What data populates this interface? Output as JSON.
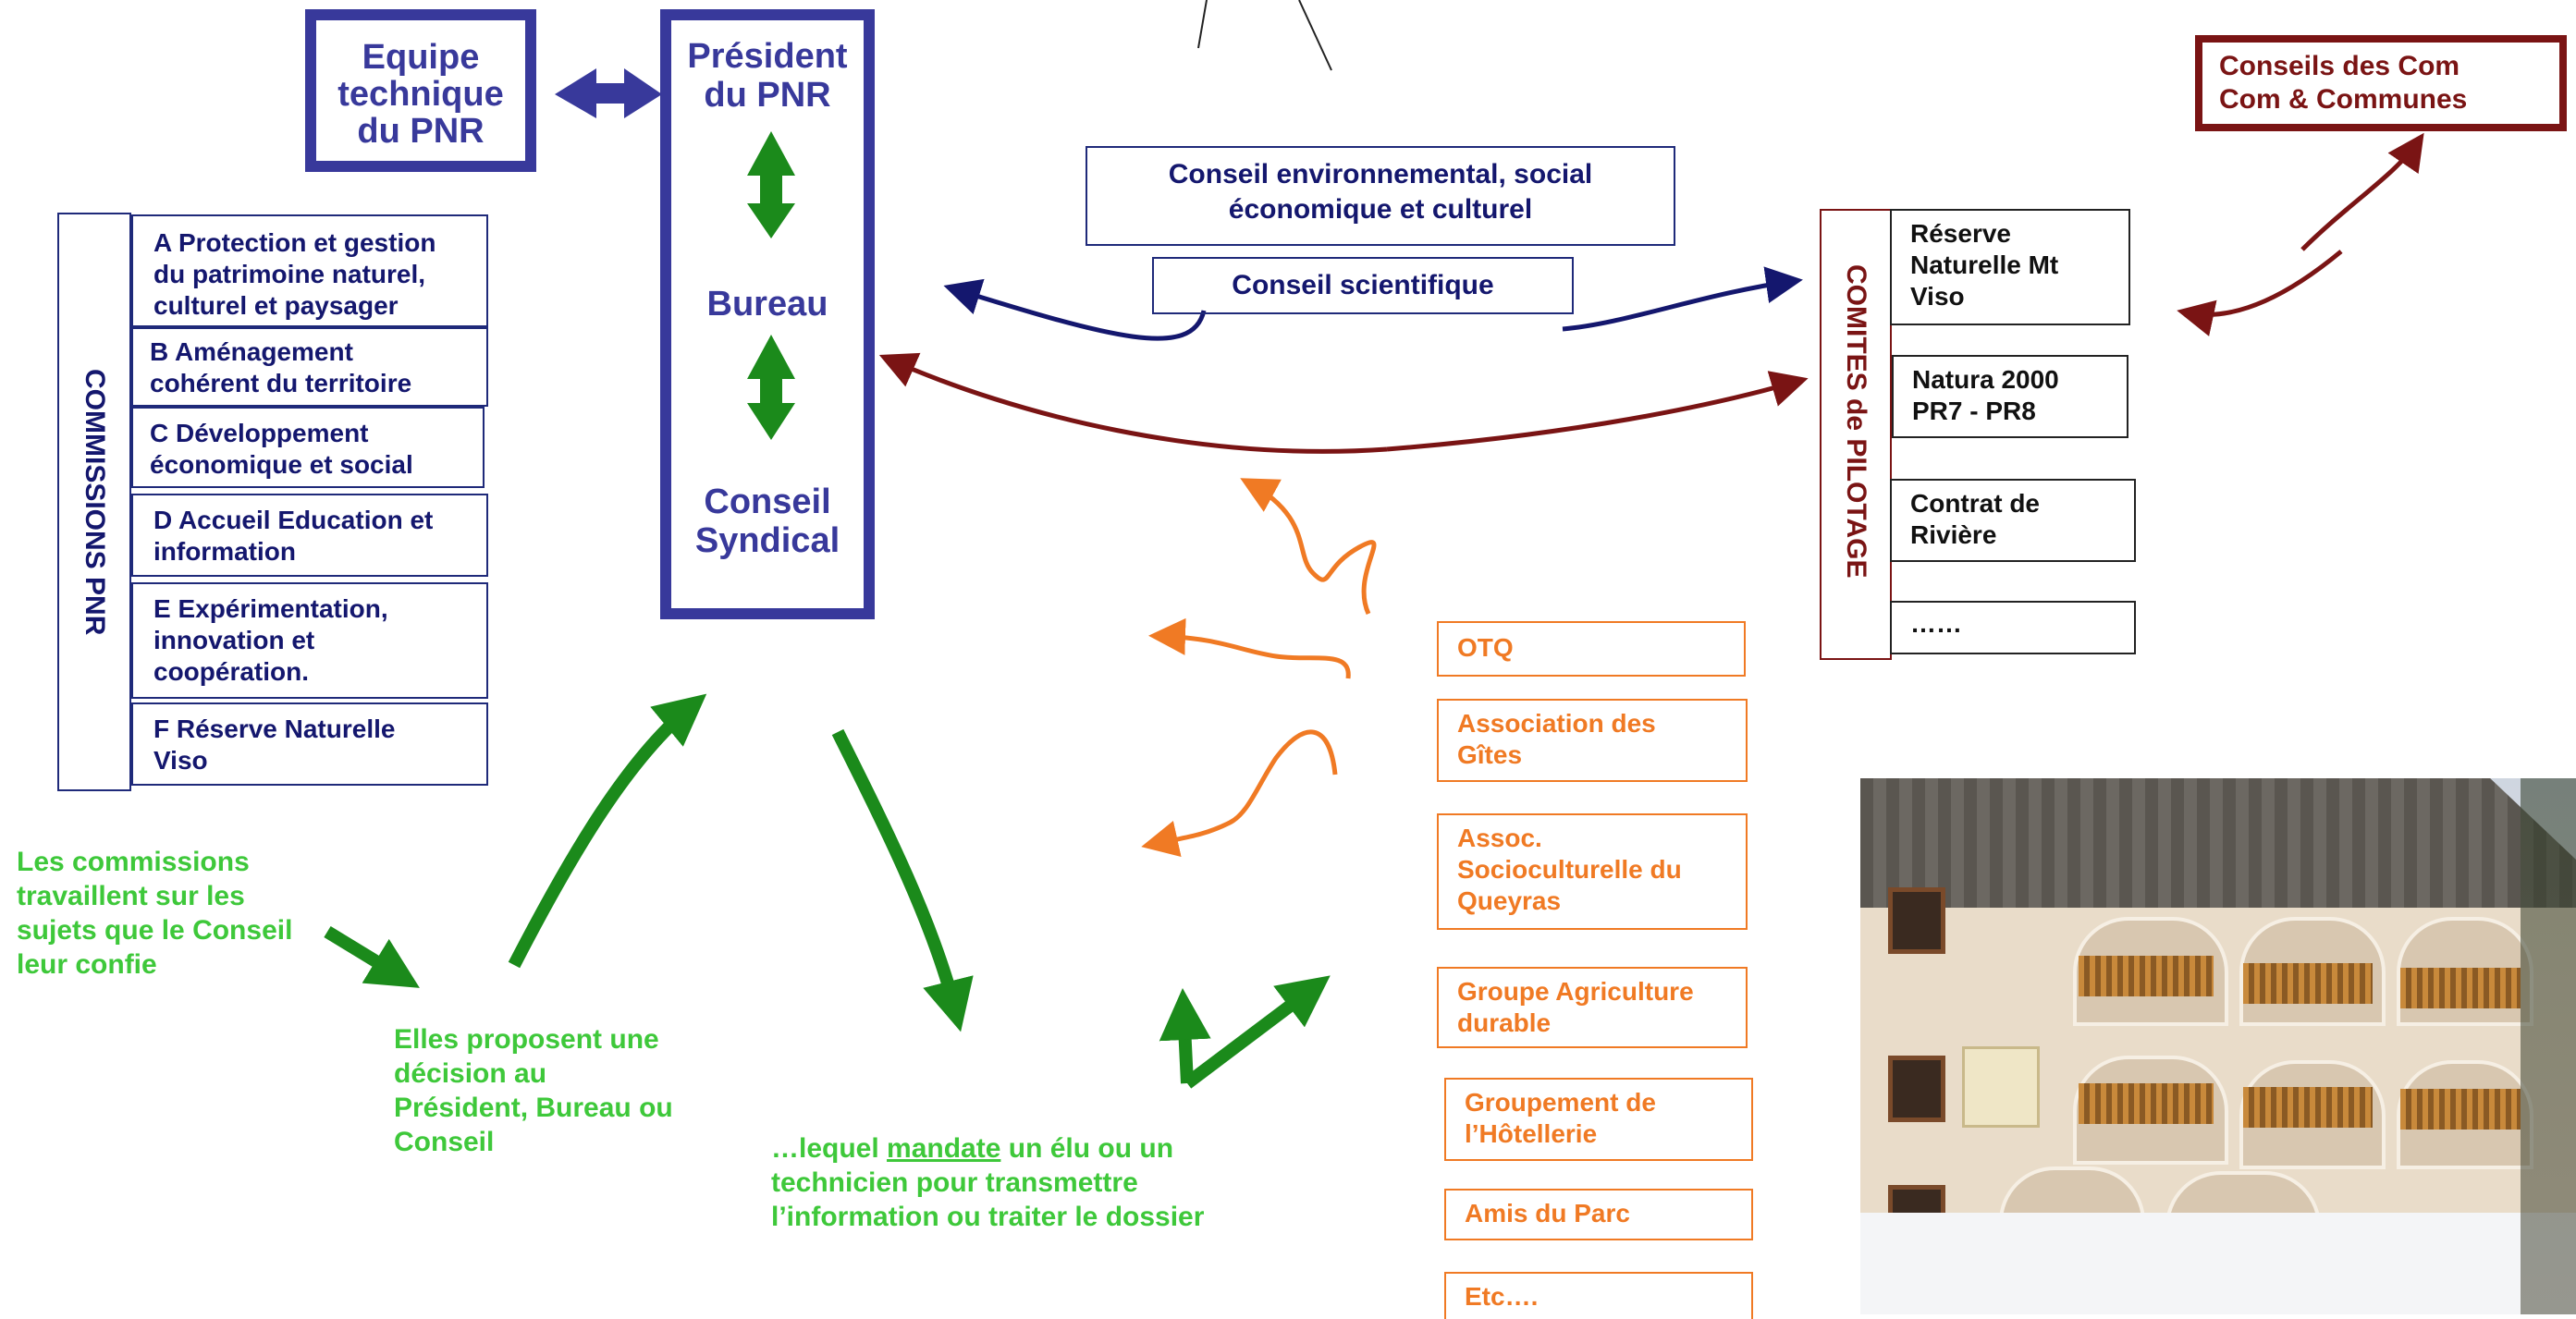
{
  "equipe_technique": [
    "Equipe",
    "technique",
    "du PNR"
  ],
  "president_column": {
    "president": [
      "Président",
      "du PNR"
    ],
    "bureau": "Bureau",
    "conseil_syndical": [
      "Conseil",
      "Syndical"
    ]
  },
  "commissions": {
    "title": "COMMISSIONS PNR",
    "items": [
      [
        "A Protection et gestion",
        "du patrimoine naturel,",
        "culturel et paysager"
      ],
      [
        "B Aménagement",
        "cohérent du territoire"
      ],
      [
        "C Développement",
        "économique et social"
      ],
      [
        "D Accueil Education et",
        "information"
      ],
      [
        "E Expérimentation,",
        "innovation et",
        "coopération."
      ],
      [
        "F Réserve Naturelle",
        "Viso"
      ]
    ]
  },
  "conseil_environnemental": [
    "Conseil environnemental, social",
    "économique et  culturel"
  ],
  "conseil_scientifique": "Conseil  scientifique",
  "comites_pilotage": {
    "title": "COMITES de PILOTAGE",
    "items": [
      [
        "Réserve",
        "Naturelle Mt",
        "Viso"
      ],
      [
        "Natura 2000",
        "PR7 - PR8"
      ],
      [
        "Contrat de",
        "Rivière"
      ],
      [
        "……"
      ]
    ]
  },
  "conseils_com": [
    "Conseils des Com",
    "Com  & Communes"
  ],
  "partners": [
    [
      "OTQ"
    ],
    [
      "Association des",
      "Gîtes"
    ],
    [
      "Assoc.",
      "Socioculturelle du",
      "Queyras"
    ],
    [
      "Groupe Agriculture",
      "durable"
    ],
    [
      "Groupement de",
      "l’Hôtellerie"
    ],
    [
      "Amis du Parc"
    ],
    [
      "Etc…."
    ]
  ],
  "notes": {
    "commissions_work": [
      "Les commissions",
      "travaillent sur les",
      "sujets que le Conseil",
      "leur confie"
    ],
    "propose": [
      "Elles proposent une",
      "décision au",
      "Président, Bureau ou",
      "Conseil"
    ],
    "mandate": {
      "prefix": "…lequel ",
      "underlined": "mandate",
      "suffix": " un élu ou un",
      "line2": "technicien pour transmettre",
      "line3": "l’information ou traiter le dossier"
    }
  },
  "colors": {
    "pnr_blue": "#38399b",
    "navy": "#14176e",
    "dark_red": "#7a1414",
    "orange": "#f07a24",
    "green_arrow": "#1b8a1b",
    "green_text": "#3ec83a"
  }
}
